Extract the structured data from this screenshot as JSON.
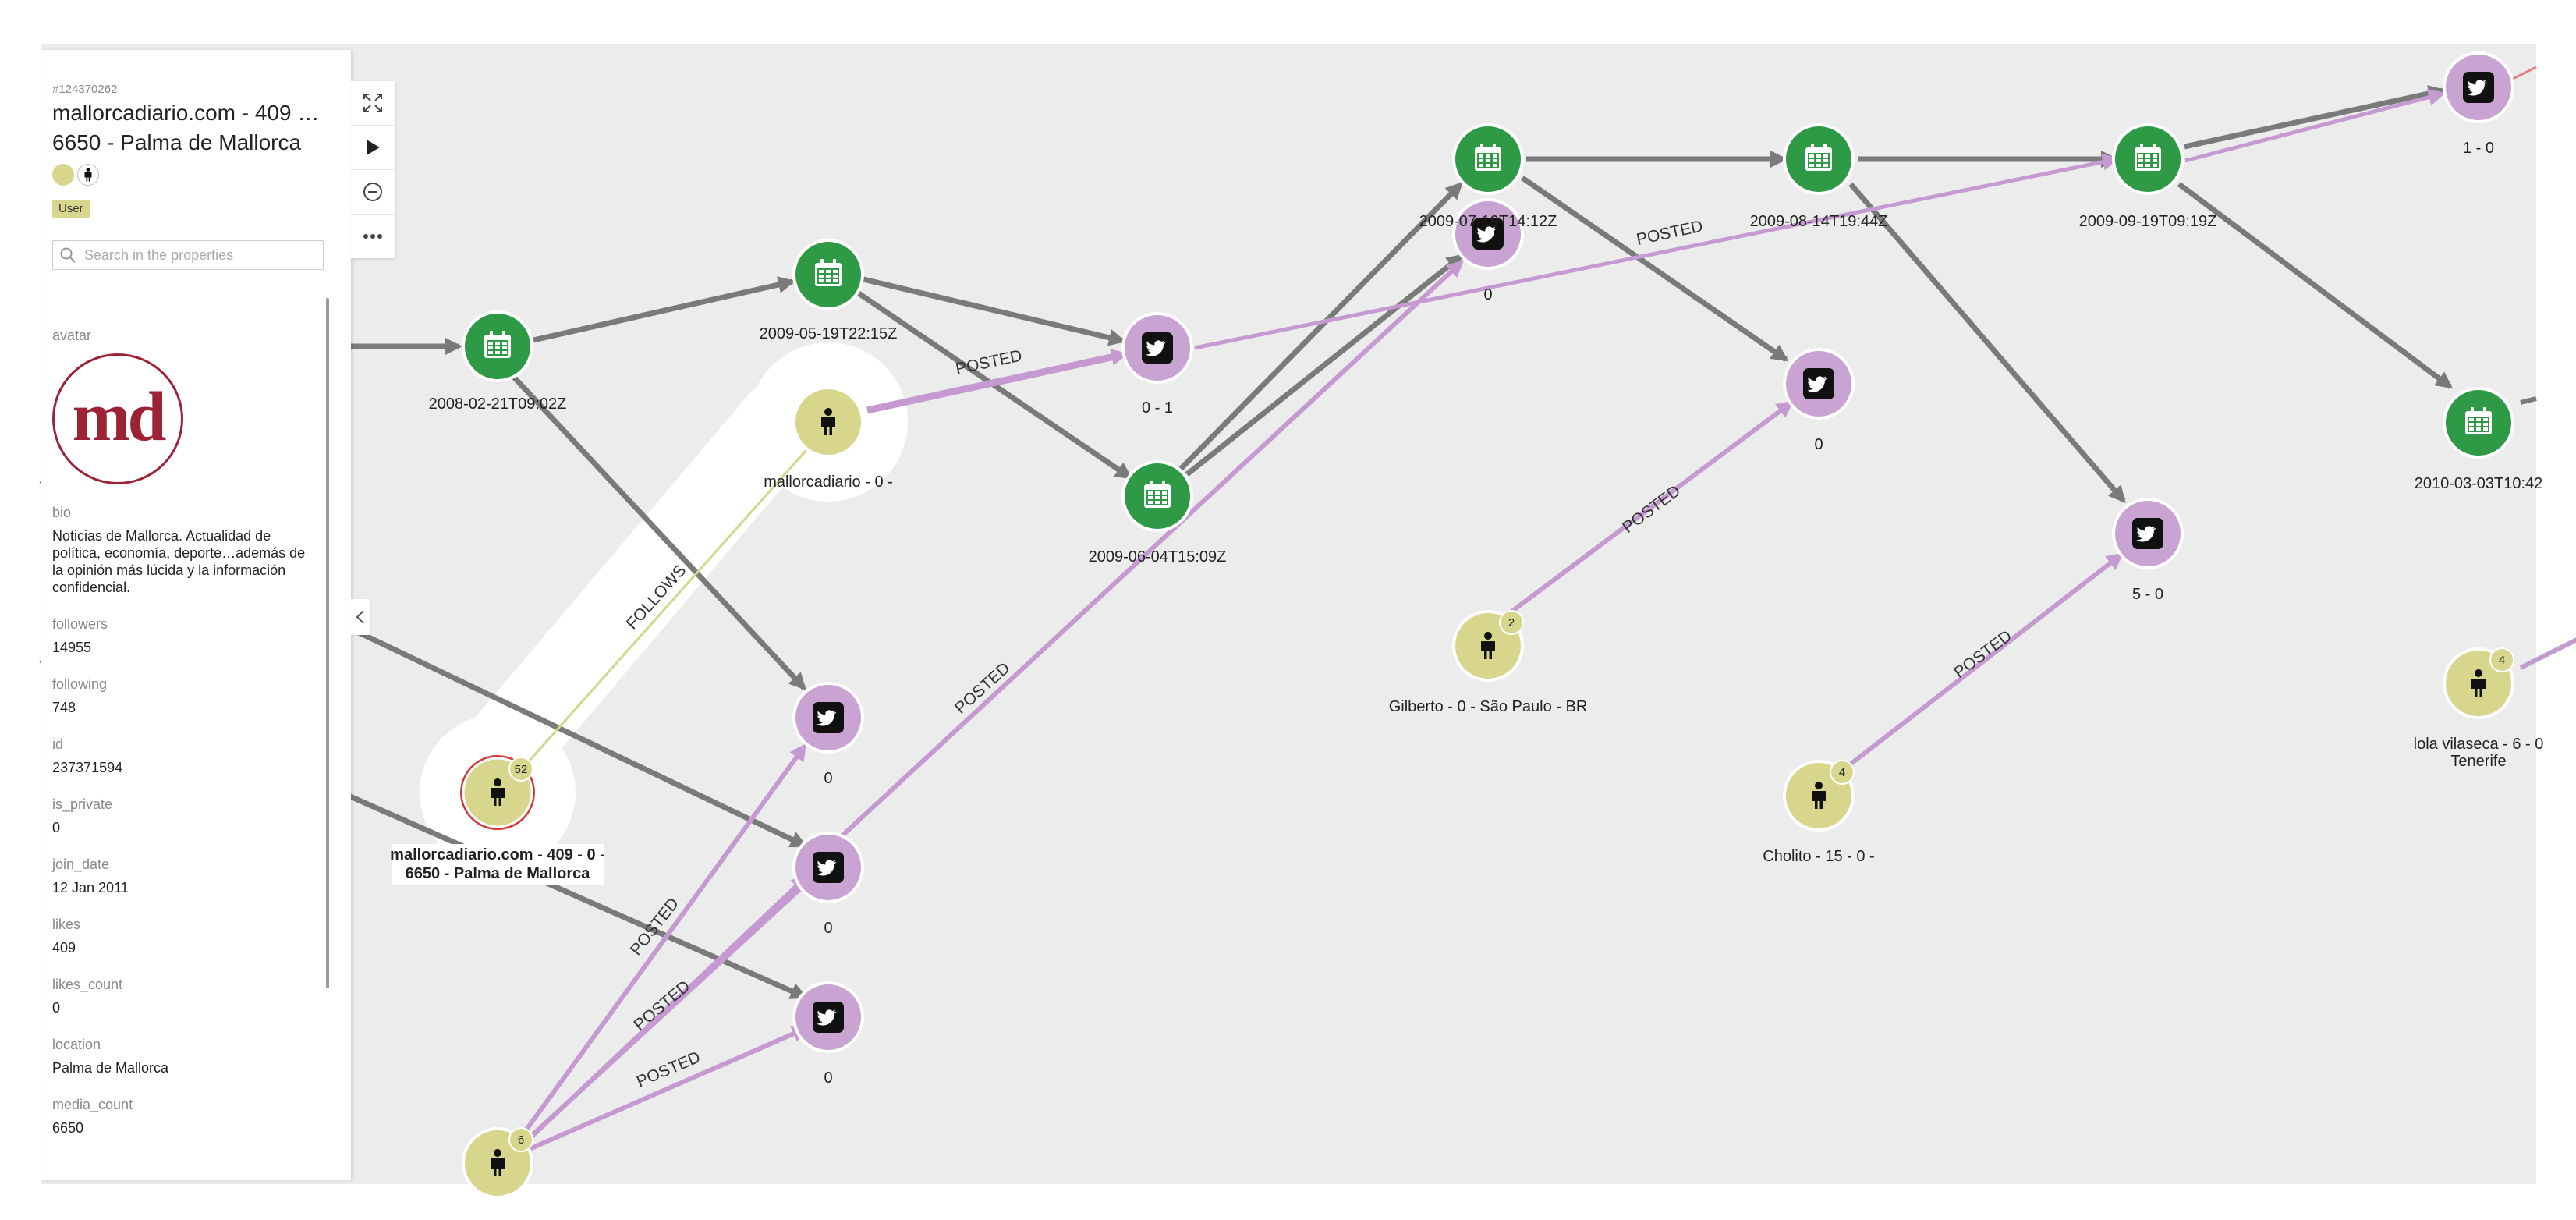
{
  "panel": {
    "id_text": "#124370262",
    "title": "mallorcadiario.com - 409 … 6650 - Palma de Mallorca",
    "tag": "User",
    "search_placeholder": "Search in the properties",
    "avatar_key": "avatar",
    "avatar_text": "md",
    "properties": [
      {
        "key": "bio",
        "value": "Noticias de Mallorca. Actualidad de política, economía, deporte…además de la opinión más lúcida y la información confidencial."
      },
      {
        "key": "followers",
        "value": "14955"
      },
      {
        "key": "following",
        "value": "748"
      },
      {
        "key": "id",
        "value": "237371594"
      },
      {
        "key": "is_private",
        "value": "0"
      },
      {
        "key": "join_date",
        "value": "12 Jan 2011"
      },
      {
        "key": "likes",
        "value": "409"
      },
      {
        "key": "likes_count",
        "value": "0"
      },
      {
        "key": "location",
        "value": "Palma de Mallorca"
      },
      {
        "key": "media_count",
        "value": "6650"
      }
    ]
  },
  "toolbar": {
    "icons": [
      "expand-icon",
      "play-icon",
      "zoom-out-icon",
      "more-icon"
    ]
  },
  "colors": {
    "date_node": "#2e9a46",
    "tweet_node": "#c9a3d2",
    "user_node": "#d8d68c",
    "gray_edge": "#7a7a7a",
    "posted_edge": "#c59ad0",
    "follows_edge": "#d6d68a",
    "selected_ring": "#d23a3a"
  },
  "graph": {
    "nodes": [
      {
        "id": "d2008",
        "type": "date",
        "label": "2008-02-21T09:02Z"
      },
      {
        "id": "d2009_05",
        "type": "date",
        "label": "2009-05-19T22:15Z"
      },
      {
        "id": "d2009_06",
        "type": "date",
        "label": "2009-06-04T15:09Z"
      },
      {
        "id": "d2009_07",
        "type": "date",
        "label": "2009-07-19T14:12Z"
      },
      {
        "id": "d2009_08",
        "type": "date",
        "label": "2009-08-14T19:44Z"
      },
      {
        "id": "d2009_09",
        "type": "date",
        "label": "2009-09-19T09:19Z"
      },
      {
        "id": "d2010",
        "type": "date",
        "label": "2010-03-03T10:42"
      },
      {
        "id": "t01",
        "type": "tweet",
        "label": "0 - 1"
      },
      {
        "id": "t0_jul",
        "type": "tweet",
        "label": "0"
      },
      {
        "id": "t10",
        "type": "tweet",
        "label": "1 - 0"
      },
      {
        "id": "t0_aug",
        "type": "tweet",
        "label": "0"
      },
      {
        "id": "t50",
        "type": "tweet",
        "label": "5 - 0"
      },
      {
        "id": "t0_a",
        "type": "tweet",
        "label": "0"
      },
      {
        "id": "t0_b",
        "type": "tweet",
        "label": "0"
      },
      {
        "id": "t0_c",
        "type": "tweet",
        "label": "0"
      },
      {
        "id": "u_mallorca_main",
        "type": "user",
        "label1": "mallorcadiario.com - 409 - 0 -",
        "label2": "6650 - Palma de Mallorca",
        "badge": "52"
      },
      {
        "id": "u_mallorca",
        "type": "user",
        "label": "mallorcadiario - 0 -"
      },
      {
        "id": "u_gilberto",
        "type": "user",
        "label": "Gilberto - 0 - São Paulo - BR",
        "badge": "2"
      },
      {
        "id": "u_cholito",
        "type": "user",
        "label": "Cholito - 15 - 0 -",
        "badge": "4"
      },
      {
        "id": "u_lola",
        "type": "user",
        "label1": "lola vilaseca - 6 - 0",
        "label2": "Tenerife",
        "badge": "4"
      },
      {
        "id": "u_bottom",
        "type": "user",
        "label": "",
        "badge": "6"
      }
    ],
    "edge_labels": {
      "posted": "POSTED",
      "follows": "FOLLOWS"
    }
  }
}
